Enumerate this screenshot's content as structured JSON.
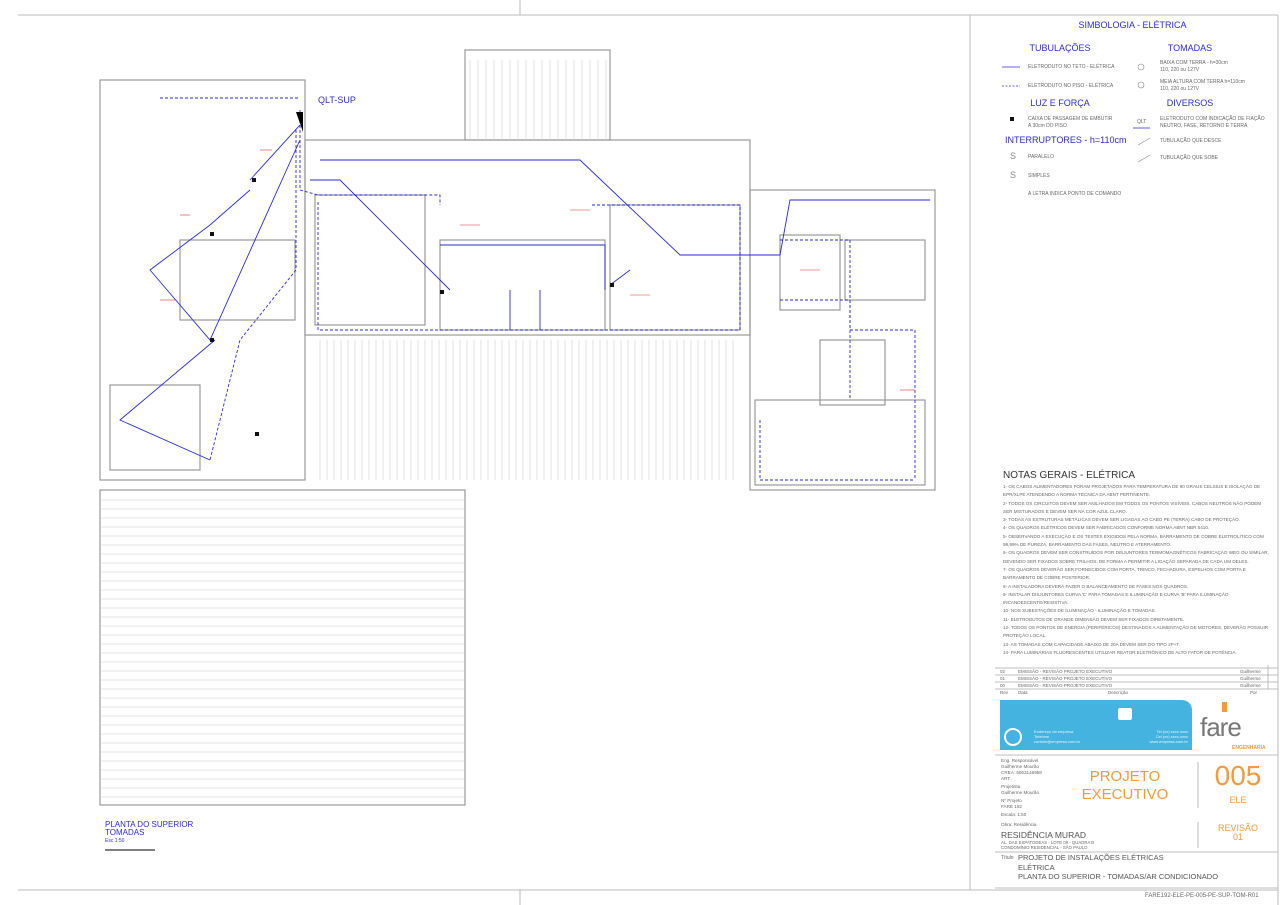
{
  "legend": {
    "title": "SIMBOLOGIA - ELÉTRICA",
    "sections": {
      "tubulacoes": "TUBULAÇÕES",
      "tomadas": "TOMADAS",
      "luz_forca": "LUZ E FORÇA",
      "diversos": "DIVERSOS",
      "interruptores": "INTERRUPTORES - h=110cm"
    },
    "items": {
      "eletroduto_teto": "ELETRODUTO NO TETO - ELÉTRICA",
      "eletroduto_piso": "ELETRODUTO NO PISO - ELÉTRICA",
      "tomada_baixa": [
        "BAIXA COM TERRA - h=30cm",
        "110, 220 ou 127V"
      ],
      "tomada_media": [
        "MEIA ALTURA COM TERRA h=110cm",
        "110, 220 ou 127V"
      ],
      "caixa_passagem": [
        "CAIXA DE PASSAGEM DE EMBUTIR",
        "A 30cm DO PISO"
      ],
      "qlt_symbol": "QLT",
      "eletroduto_fiacao": [
        "ELETRODUTO COM INDICAÇÃO DE FIAÇÃO",
        "NEUTRO, FASE, RETORNO E TERRA"
      ],
      "tubulacao_desce": "TUBULAÇÃO QUE DESCE",
      "tubulacao_sobe": "TUBULAÇÃO QUE SOBE",
      "paralelo": "PARALELO",
      "simples": "SIMPLES",
      "letra": "A LETRA INDICA PONTO DE COMANDO"
    }
  },
  "plan": {
    "panel_label": "QLT-SUP",
    "title": "PLANTA DO SUPERIOR",
    "subtitle": "TOMADAS",
    "scale": "Esc 1:50"
  },
  "notes": {
    "title": "NOTAS GERAIS - ELÉTRICA",
    "items": [
      "1- OS CABOS ALIMENTADORES FORAM PROJETADOS PARA TEMPERATURA DE 90 GRAUS CELSIUS E ISOLAÇÃO DE EPR/XLPE ATENDENDO A NORMA TÉCNICA DA ABNT PERTINENTE.",
      "2- TODOS OS CIRCUITOS DEVEM SER ANILHADOS EM TODOS OS PONTOS VISÍVEIS. CABOS NEUTROS NÃO PODEM SER MISTURADOS E DEVEM SER NA COR AZUL CLARO.",
      "3- TODAS AS ESTRUTURAS METÁLICAS DEVEM SER LIGADAS AO CABO PE (TERRA) CABO DE PROTEÇÃO.",
      "4- OS QUADROS ELÉTRICOS DEVEM SER FABRICADOS CONFORME NORMA ABNT NBR 5410.",
      "5- OBSERVANDO A EXECUÇÃO E OS TESTES EXIGIDOS PELA NORMA, BARRAMENTO DE COBRE ELETROLÍTICO COM 99,99% DE PUREZA, BARRAMENTO DAS FASES, NEUTRO E ATERRAMENTO.",
      "6- OS QUADROS DEVEM SER CONSTRUÍDOS POR DISJUNTORES TERMOMAGNÉTICOS FABRICAÇÃO WEG OU SIMILAR, DEVENDO SER FIXADOS SOBRE TRILHOS, DE FORMA A PERMITIR A LIGAÇÃO SEPARADA DE CADA UM DELES.",
      "7- OS QUADROS DEVERÃO SER FORNECIDOS COM PORTA, TRINCO, FECHADURA, ESPELHOS COM PORTA E BARRAMENTO DE COBRE POSTERIOR.",
      "8- A INSTALADORA DEVERÁ FAZER O BALANCEAMENTO DE FASES NOS QUADROS.",
      "9- INSTALAR DISJUNTORES CURVA 'C' PARA TOMADAS E ILUMINAÇÃO E CURVA 'B' PARA ILUMINAÇÃO INCANDESCENTE/RESISTIVA.",
      "10- NOS SUBESTAÇÕES DE ILUMINAÇÃO - ILUMINAÇÃO E TOMADAS.",
      "11- ELETRODUTOS DE GRANDE DIMENSÃO DEVEM SER FIXADOS DIRETAMENTE.",
      "12- TODOS OS PONTOS DE ENERGIA (PERIFÉRICOS) DESTINADOS A ALIMENTAÇÃO DE MOTORES, DEVERÃO POSSUIR PROTEÇÃO LOCAL.",
      "13- AS TOMADAS COM CAPACIDADE ABAIXO DE 20A DEVEM SER DO TIPO 2P+T.",
      "14- PARA LUMINÁRIAS FLUORESCENTES UTILIZAR REATOR ELETRÔNICO DE ALTO FATOR DE POTÊNCIA."
    ]
  },
  "title_block": {
    "revisions": [
      {
        "rev": "02",
        "desc": "EMISSÃO - REVISÃO PROJETO EXECUTIVO",
        "by": "Guilherme"
      },
      {
        "rev": "01",
        "desc": "EMISSÃO - REVISÃO PROJETO EXECUTIVO",
        "by": "Guilherme"
      },
      {
        "rev": "00",
        "desc": "EMISSÃO - REVISÃO PROJETO EXECUTIVO",
        "by": "Guilherme"
      }
    ],
    "rev_header": {
      "rev": "Rev",
      "date": "Data",
      "desc": "Descrição",
      "by": "Por"
    },
    "company_lines_left": [
      "Endereço da empresa",
      "Telefone",
      "contato@empresa.com.br"
    ],
    "company_lines_right": [
      "Tel (xx) xxxx-xxxx",
      "Cel (xx) xxxx-xxxx",
      "www.empresa.com.br"
    ],
    "logo_text": "fare",
    "logo_sub": "ENGENHARIA",
    "engineer": [
      "Eng. Responsável",
      "Guilherme Mourão",
      "CREA: 5063146958",
      "ART"
    ],
    "designer": [
      "Projetista",
      "Guilherme Mourão"
    ],
    "project_no": [
      "Nº Projeto",
      "FARE 192"
    ],
    "scale": "Escala: 1:50",
    "work_label": "Obra: Residência",
    "phase": [
      "PROJETO",
      "EXECUTIVO"
    ],
    "sheet_no": "005",
    "discipline": "ELE",
    "revision_label": "REVISÃO",
    "revision_no": "01",
    "client": "RESIDÊNCIA MURAD",
    "address": [
      "AL. DAS ESPATODEAS - LOTE 09 - QUADRA B",
      "CONDOMÍNIO RESIDENCIAL - SÃO PAULO"
    ],
    "title_label": "Título",
    "title_lines": [
      "PROJETO DE INSTALAÇÕES ELÉTRICAS",
      "ELÉTRICA",
      "PLANTA DO SUPERIOR - TOMADAS/AR CONDICIONADO"
    ],
    "file_code": "FARE192-ELE-PE-005-PE-SUP-TOM-R01"
  },
  "colors": {
    "circuit": "#2b2bd0",
    "orange": "#f39a3c",
    "banner": "#45b3e0",
    "wall": "#999999",
    "note_red": "#d33"
  }
}
